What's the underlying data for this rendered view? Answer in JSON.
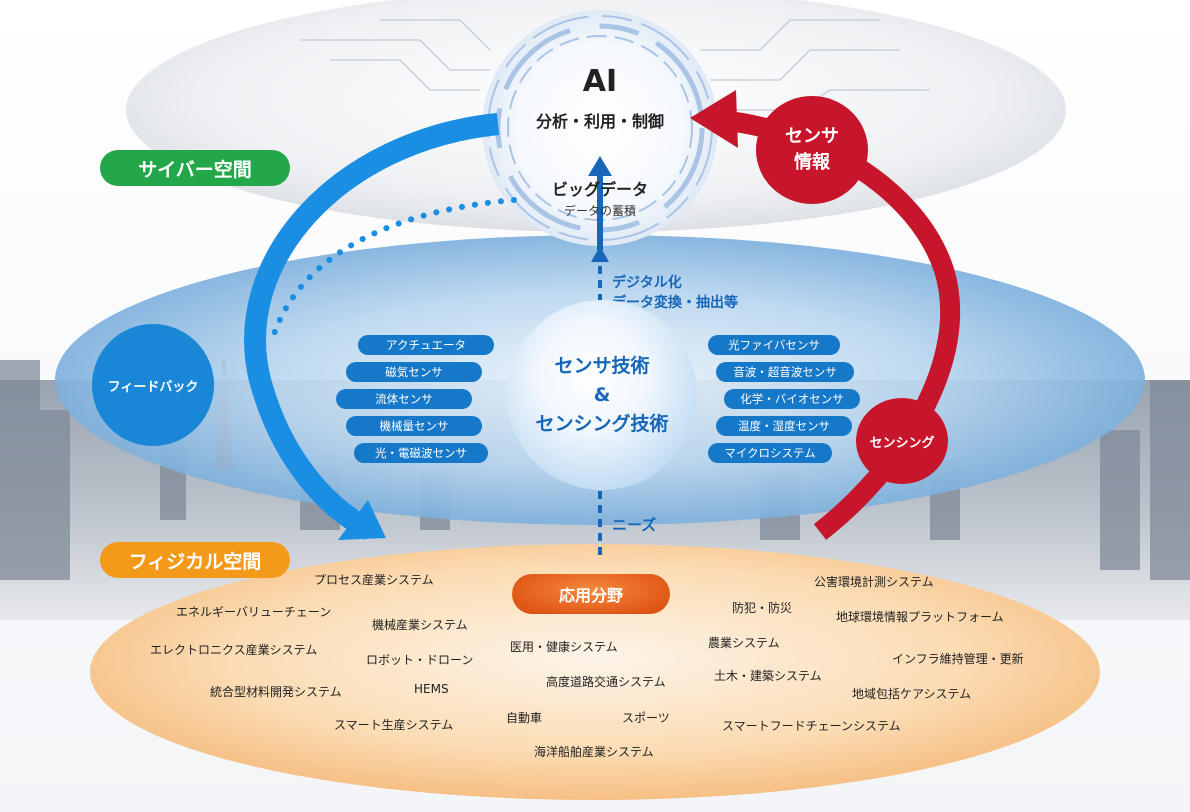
{
  "colors": {
    "cyber_green": "#23a74a",
    "physical_orange": "#f39a1a",
    "feedback_blue": "#1a86d6",
    "sensor_red": "#c7162b",
    "tag_blue": "#1678c8",
    "text_blue": "#1667b8"
  },
  "ai": {
    "title": "AI",
    "subtitle": "分析・利用・制御"
  },
  "bigdata": {
    "title": "ビッグデータ",
    "subtitle": "データの蓄積"
  },
  "spaces": {
    "cyber": "サイバー空間",
    "physical": "フィジカル空間"
  },
  "feedback": "フィードバック",
  "sensor_info": {
    "line1": "センサ",
    "line2": "情報"
  },
  "sensing": "センシング",
  "digital": {
    "line1": "デジタル化",
    "line2": "データ変換・抽出等"
  },
  "needs": "ニーズ",
  "core": {
    "line1": "センサ技術",
    "line2": "&",
    "line3": "センシング技術"
  },
  "left_tags": [
    "アクチュエータ",
    "磁気センサ",
    "流体センサ",
    "機械量センサ",
    "光・電磁波センサ"
  ],
  "right_tags": [
    "光ファイバセンサ",
    "音波・超音波センサ",
    "化学・バイオセンサ",
    "温度・湿度センサ",
    "マイクロシステム"
  ],
  "application_title": "応用分野",
  "applications": [
    "プロセス産業システム",
    "エネルギーバリューチェーン",
    "機械産業システム",
    "エレクトロニクス産業システム",
    "ロボット・ドローン",
    "統合型材料開発システム",
    "HEMS",
    "スマート生産システム",
    "医用・健康システム",
    "高度道路交通システム",
    "自動車",
    "スポーツ",
    "海洋船舶産業システム",
    "防犯・防災",
    "農業システム",
    "土木・建築システム",
    "スマートフードチェーンシステム",
    "公害環境計測システム",
    "地球環境情報プラットフォーム",
    "インフラ維持管理・更新",
    "地域包括ケアシステム"
  ]
}
